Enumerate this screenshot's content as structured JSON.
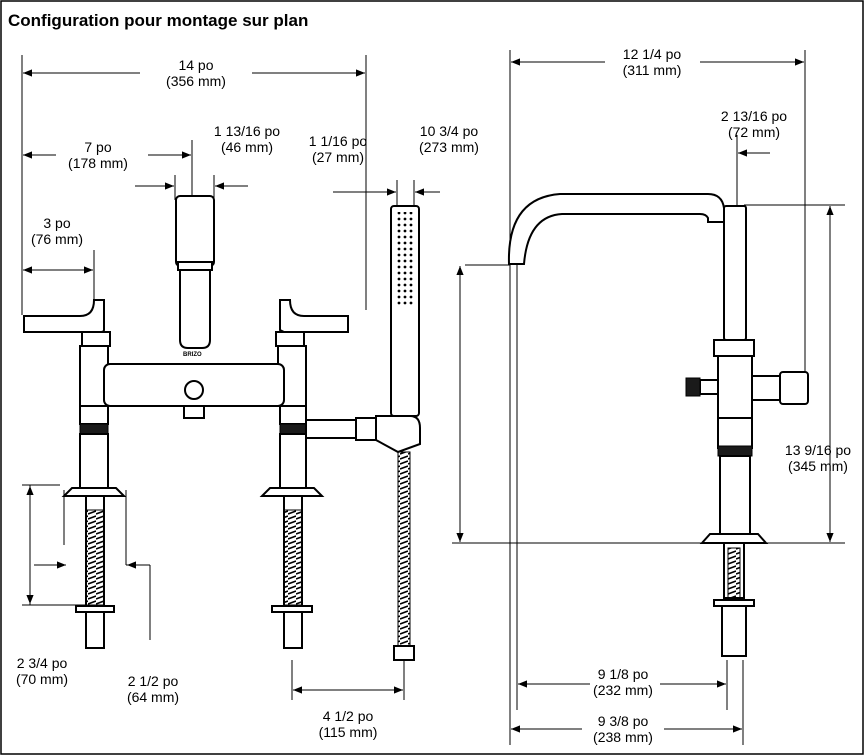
{
  "title": "Configuration pour montage sur plan",
  "brand": "BRIZO",
  "dimensions": {
    "d14": {
      "imp": "14 po",
      "met": "(356 mm)"
    },
    "d7": {
      "imp": "7 po",
      "met": "(178 mm)"
    },
    "d3": {
      "imp": "3 po",
      "met": "(76 mm)"
    },
    "d1_13_16": {
      "imp": "1 13/16 po",
      "met": "(46 mm)"
    },
    "d1_1_16": {
      "imp": "1 1/16 po",
      "met": "(27 mm)"
    },
    "d10_3_4": {
      "imp": "10 3/4 po",
      "met": "(273 mm)"
    },
    "d2_3_4": {
      "imp": "2 3/4 po",
      "met": "(70 mm)"
    },
    "d2_1_2": {
      "imp": "2 1/2 po",
      "met": "(64 mm)"
    },
    "d4_1_2": {
      "imp": "4 1/2 po",
      "met": "(115 mm)"
    },
    "d12_1_4": {
      "imp": "12 1/4 po",
      "met": "(311 mm)"
    },
    "d2_13_16": {
      "imp": "2 13/16 po",
      "met": "(72 mm)"
    },
    "d13_9_16": {
      "imp": "13 9/16 po",
      "met": "(345 mm)"
    },
    "d9_1_8": {
      "imp": "9 1/8 po",
      "met": "(232 mm)"
    },
    "d9_3_8": {
      "imp": "9 3/8 po",
      "met": "(238 mm)"
    }
  }
}
